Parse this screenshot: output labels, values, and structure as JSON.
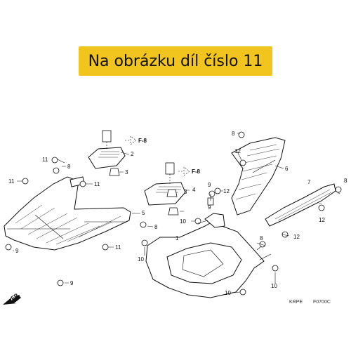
{
  "banner": {
    "text": "Na obrázku díl číslo 11"
  },
  "diagram": {
    "refs": {
      "ref1": "F-8",
      "ref2": "F-8"
    },
    "front_label": "FR.",
    "code_left": "KRPE",
    "code_right": "F0700C",
    "callouts": {
      "c1": "1",
      "c2": "2",
      "c3": "3",
      "c3b": "3",
      "c4": "4",
      "c5": "5",
      "c6": "6",
      "c7": "7",
      "c8a": "8",
      "c8b": "8",
      "c8c": "8",
      "c8d": "8",
      "c8e": "8",
      "c9a": "9",
      "c9b": "9",
      "c9c": "9",
      "c9d": "9",
      "c10a": "10",
      "c10b": "10",
      "c10c": "10",
      "c10d": "10",
      "c11a": "11",
      "c11b": "11",
      "c11c": "11",
      "c11d": "11",
      "c12a": "12",
      "c12b": "12",
      "c12c": "12",
      "c12d": "12"
    }
  }
}
